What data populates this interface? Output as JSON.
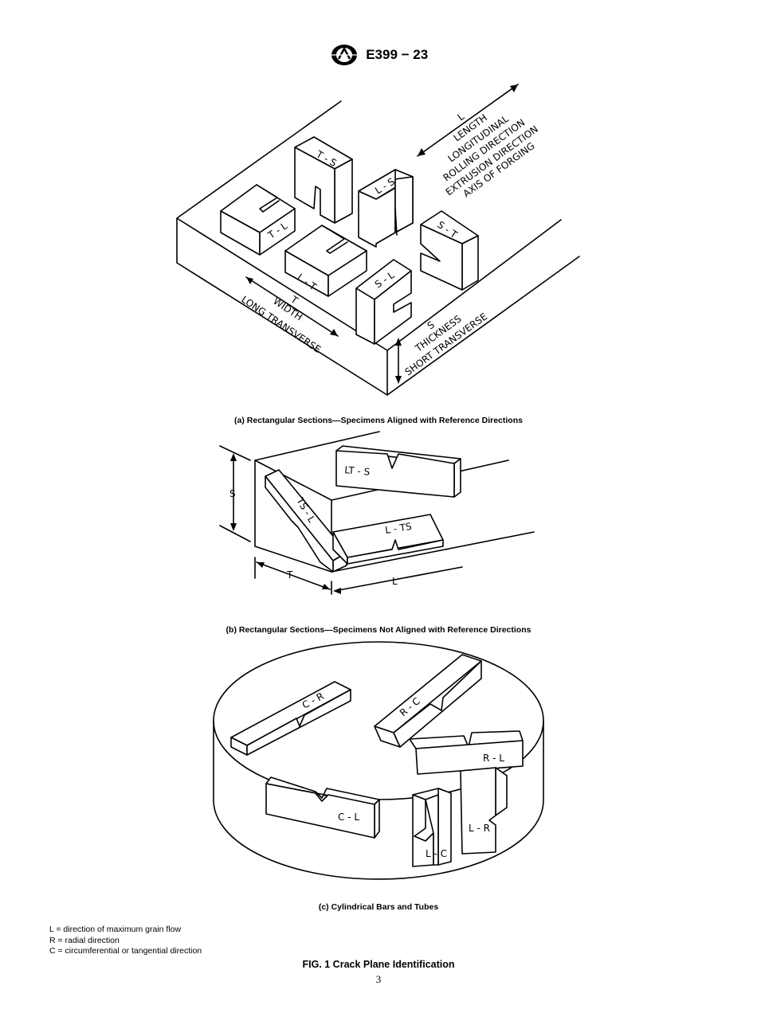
{
  "header": {
    "doc_id": "E399 − 23",
    "logo_icon": "astm-logo-icon"
  },
  "figure_a": {
    "caption": "(a)  Rectangular Sections—Specimens Aligned with Reference Directions",
    "specimens": {
      "ts": "T - S",
      "ls": "L - S",
      "tl": "T - L",
      "lt": "L - T",
      "sl": "S - L",
      "st": "S - T"
    },
    "length_labels": [
      "L",
      "LENGTH",
      "LONGITUDINAL",
      "ROLLING DIRECTION",
      "EXTRUSION DIRECTION",
      "AXIS OF FORGING"
    ],
    "width_labels": [
      "T",
      "WIDTH",
      "LONG TRANSVERSE"
    ],
    "thickness_labels": [
      "S",
      "THICKNESS",
      "SHORT TRANSVERSE"
    ]
  },
  "figure_b": {
    "caption": "(b)  Rectangular Sections—Specimens Not Aligned with Reference Directions",
    "specimens": {
      "lts": "LT - S",
      "tsl": "TS - L",
      "lts2": "L - TS"
    },
    "axis_labels": {
      "s": "S",
      "t": "T",
      "l": "L"
    }
  },
  "figure_c": {
    "caption": "(c)  Cylindrical Bars and Tubes",
    "specimens": {
      "cr": "C - R",
      "rc": "R - C",
      "rl": "R - L",
      "cl": "C - L",
      "lr": "L - R",
      "lc": "L - C"
    }
  },
  "legend": [
    "L = direction of maximum grain flow",
    "R = radial direction",
    "C = circumferential or tangential direction"
  ],
  "figure_title": "FIG. 1  Crack Plane Identification",
  "page_number": "3"
}
